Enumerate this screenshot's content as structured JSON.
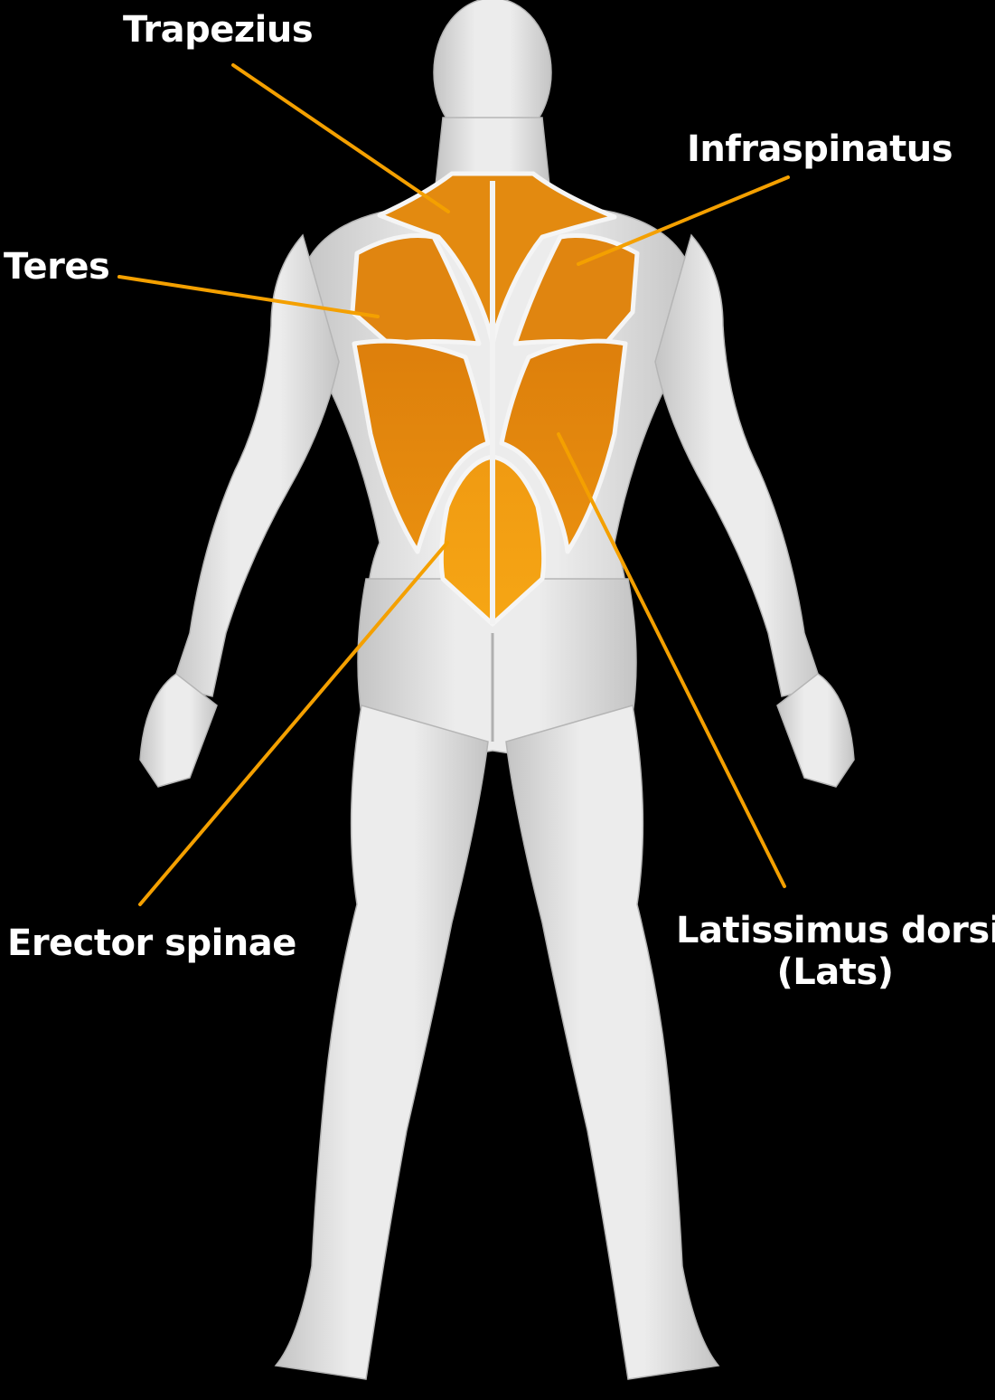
{
  "diagram": {
    "colors": {
      "background": "#000000",
      "body": "#e4e4e4",
      "body_shade": "#c9c9c9",
      "highlight_muscle": "#e8890c",
      "highlight_muscle_light": "#f3a11a",
      "leader_line": "#f4a000",
      "label_text": "#ffffff"
    },
    "labels": {
      "trapezius": "Trapezius",
      "infraspinatus": "Infraspinatus",
      "teres": "Teres",
      "erector_spinae": "Erector spinae",
      "latissimus_line1": "Latissimus dorsi",
      "latissimus_line2": "(Lats)"
    },
    "figure_icon": "muscular-body-back-view"
  }
}
